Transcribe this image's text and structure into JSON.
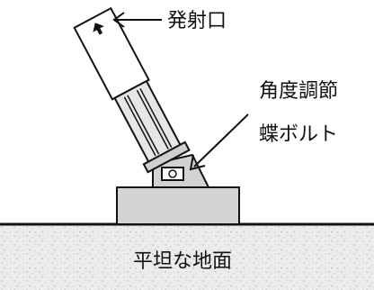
{
  "labels": {
    "launch_port": "発射口",
    "angle_adjust": "角度調節",
    "wing_bolt": "蝶ボルト",
    "flat_ground": "平坦な地面"
  },
  "colors": {
    "ink": "#111111",
    "tube_fill": "#ffffff",
    "lower_tube_fill": "#e6e6e6",
    "base_fill": "#d4d4d4",
    "ground_fill": "#ececec",
    "ground_speckle": "#c8c8c8"
  }
}
